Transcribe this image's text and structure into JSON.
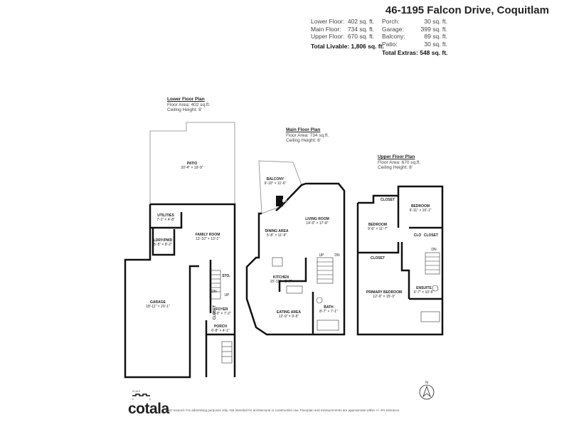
{
  "header": {
    "title": "46-1195 Falcon Drive, Coquitlam",
    "livable": [
      {
        "label": "Lower Floor:",
        "value": "402",
        "unit": "sq. ft."
      },
      {
        "label": "Main Floor:",
        "value": "734",
        "unit": "sq. ft."
      },
      {
        "label": "Upper Floor:",
        "value": "670",
        "unit": "sq. ft."
      }
    ],
    "total_livable": "Total Livable: 1,806 sq. ft.",
    "extras": [
      {
        "label": "Porch:",
        "value": "30 sq. ft."
      },
      {
        "label": "Garage:",
        "value": "399 sq. ft."
      },
      {
        "label": "Balcony:",
        "value": "89 sq. ft."
      },
      {
        "label": "Patio:",
        "value": "30 sq. ft."
      }
    ],
    "total_extras": "Total Extras: 548 sq. ft."
  },
  "plans": {
    "lower": {
      "title": "Lower Floor Plan",
      "area": "Floor Area: 402 sq.ft.",
      "ceiling": "Ceiling Height: 8'"
    },
    "main": {
      "title": "Main Floor Plan",
      "area": "Floor Area: 734 sq.ft.",
      "ceiling": "Ceiling Height: 8'"
    },
    "upper": {
      "title": "Upper Floor Plan",
      "area": "Floor Area: 670 sq.ft.",
      "ceiling": "Ceiling Height: 8'"
    }
  },
  "rooms": {
    "patio": {
      "name": "PATIO",
      "dim": "20'-4\" × 19'-9\""
    },
    "utilities": {
      "name": "UTILITIES",
      "dim": "7'-1\" × 4'-8\""
    },
    "family": {
      "name": "FAMILY ROOM",
      "dim": "13'-10\" × 13'-1\""
    },
    "laundry": {
      "name": "LDRY/PWD",
      "dim": "5'-5\" × 8'-2\""
    },
    "garage": {
      "name": "GARAGE",
      "dim": "18'-11\" × 20'-1\""
    },
    "sto": {
      "name": "STO."
    },
    "closet_lower": {
      "name": "CLOSET"
    },
    "foyer": {
      "name": "FOYER",
      "dim": "5'-0\" × 7'-2\""
    },
    "porch": {
      "name": "PORCH",
      "dim": "6'-8\" × 4'-1\""
    },
    "balcony": {
      "name": "BALCONY",
      "dim": "9'-10\" × 11'-6\""
    },
    "fp": {
      "name": "FP"
    },
    "living": {
      "name": "LIVING ROOM",
      "dim": "14'-0\" × 17'-8\""
    },
    "dining": {
      "name": "DINING AREA",
      "dim": "5'-8\" × 11'-9\""
    },
    "kitchen": {
      "name": "KITCHEN",
      "dim": "15'-11\" × 8'-7\""
    },
    "eating": {
      "name": "EATING AREA",
      "dim": "12'-9\" × 9'-5\""
    },
    "bath": {
      "name": "BATH",
      "dim": "8'-7\" × 7'-1\""
    },
    "closet1": {
      "name": "CLOSET"
    },
    "bedroom1": {
      "name": "BEDROOM",
      "dim": "9'-11\" × 10'-1\""
    },
    "bedroom2": {
      "name": "BEDROOM",
      "dim": "9'-6\" × 11'-7\""
    },
    "clo": {
      "name": "CLO"
    },
    "closet2": {
      "name": "CLOSET"
    },
    "closet3": {
      "name": "CLOSET"
    },
    "primary": {
      "name": "PRIMARY BEDROOM",
      "dim": "12'-9\" × 15'-3\""
    },
    "ensuite": {
      "name": "ENSUITE",
      "dim": "6'-7\" × 10'-5\""
    }
  },
  "stairs": {
    "up": "UP",
    "dn": "DN"
  },
  "compass": {
    "label": "N"
  },
  "scale": {
    "label": "SCALE",
    "min": "0",
    "max": "5"
  },
  "footer": {
    "logo": "cotala",
    "disclaimer": "E&O Insured. For advertising purposes only. Not intended for architectural or construction use. Floorplan and measurements are approximate within +/- 2% tolerance."
  }
}
